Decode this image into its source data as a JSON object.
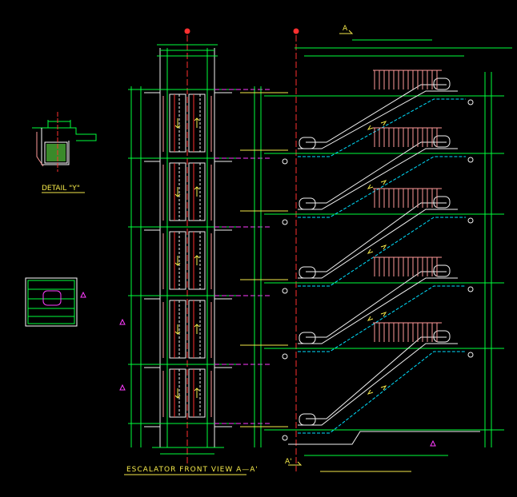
{
  "drawing": {
    "detail_label": "DETAIL \"Y\"",
    "front_view_label": "ESCALATOR FRONT VIEW A—A'",
    "section_top": "A",
    "section_bottom": "A'"
  },
  "colors": {
    "background": "#000000",
    "dimension": "#00ff3c",
    "structure": "#f2f2f2",
    "handrail_hatch": "#ff9a9a",
    "center_line": "#ff3030",
    "floor_level": "#ff3cff",
    "steps": "#00e0ff",
    "text": "#f5e94a"
  }
}
